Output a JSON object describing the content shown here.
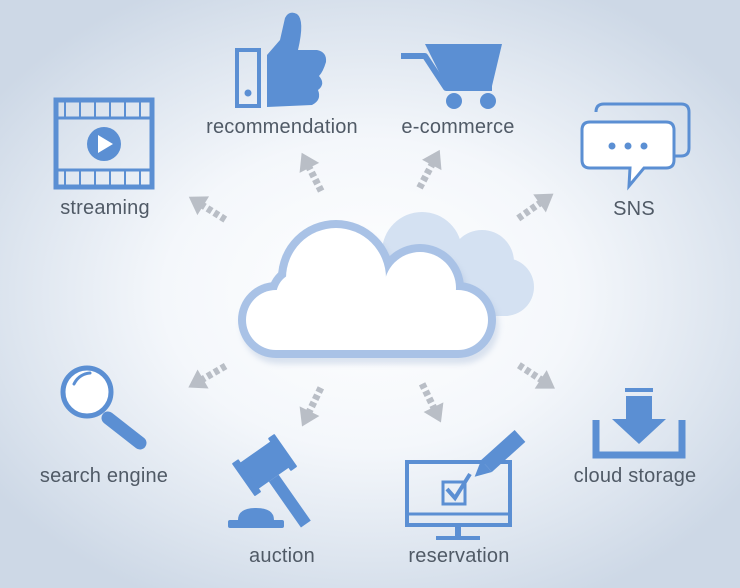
{
  "labels": {
    "recommendation": "recommendation",
    "ecommerce": "e-commerce",
    "streaming": "streaming",
    "sns": "SNS",
    "search_engine": "search engine",
    "cloud_storage": "cloud storage",
    "auction": "auction",
    "reservation": "reservation"
  },
  "colors": {
    "icon_blue": "#5b8fd3",
    "arrow_gray": "#b9bec6",
    "cloud_outline": "#a9c2e6",
    "back_cloud": "#d4e1f2",
    "label_text": "#505a66"
  },
  "icons": [
    "thumbs-up-icon",
    "shopping-cart-icon",
    "video-player-icon",
    "chat-bubbles-icon",
    "magnifier-icon",
    "download-tray-icon",
    "gavel-icon",
    "monitor-checkbox-pen-icon"
  ]
}
